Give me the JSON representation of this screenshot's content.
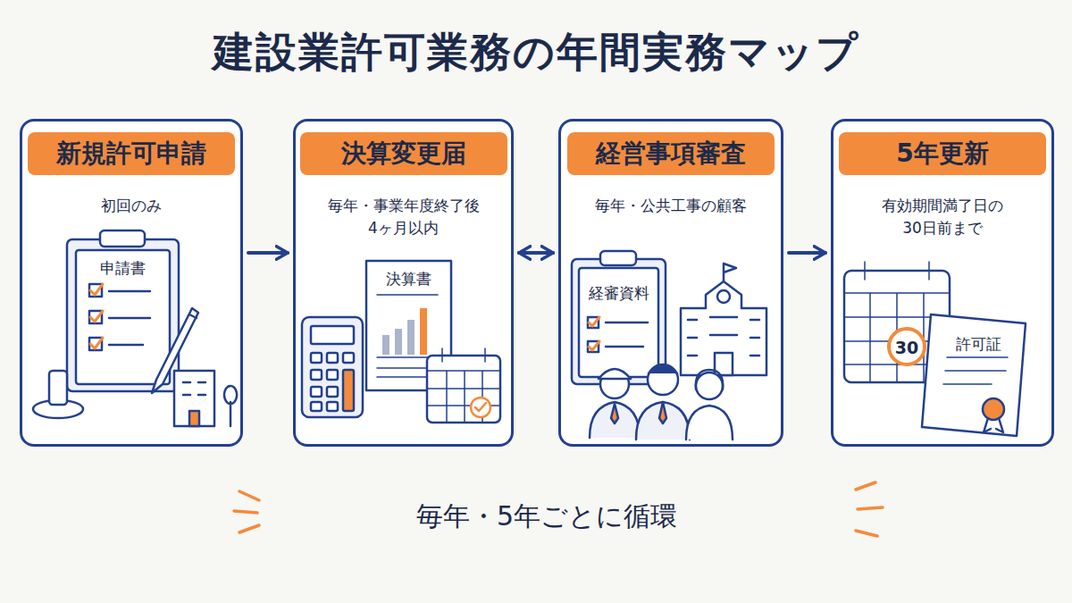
{
  "diagram": {
    "title": "建設業許可業務の年間実務マップ",
    "nodes": [
      {
        "text": [
          "新規許可申請",
          "初回のみ"
        ]
      },
      {
        "text": [
          "決算変更届",
          "毎年・事業年度終了後 4ヶ月以内"
        ]
      },
      {
        "text": [
          "経営事項審査",
          "毎年・公共工事の顧客"
        ]
      },
      {
        "text": [
          "5年更新",
          "有効期間満了日の 30日前まで"
        ]
      }
    ],
    "edges": [
      {
        "from": 0,
        "to": 1,
        "arrow": "to"
      },
      {
        "from": 1,
        "to": 2,
        "arrow": "to"
      },
      {
        "from": 2,
        "to": 3,
        "arrow": "to"
      },
      {
        "from": 2,
        "to": 1,
        "label": "毎年・5年ごとに循環",
        "arrow": "to"
      }
    ],
    "labels": [
      "申請書",
      "決算書",
      "経審資料",
      "30",
      "許可証"
    ]
  }
}
